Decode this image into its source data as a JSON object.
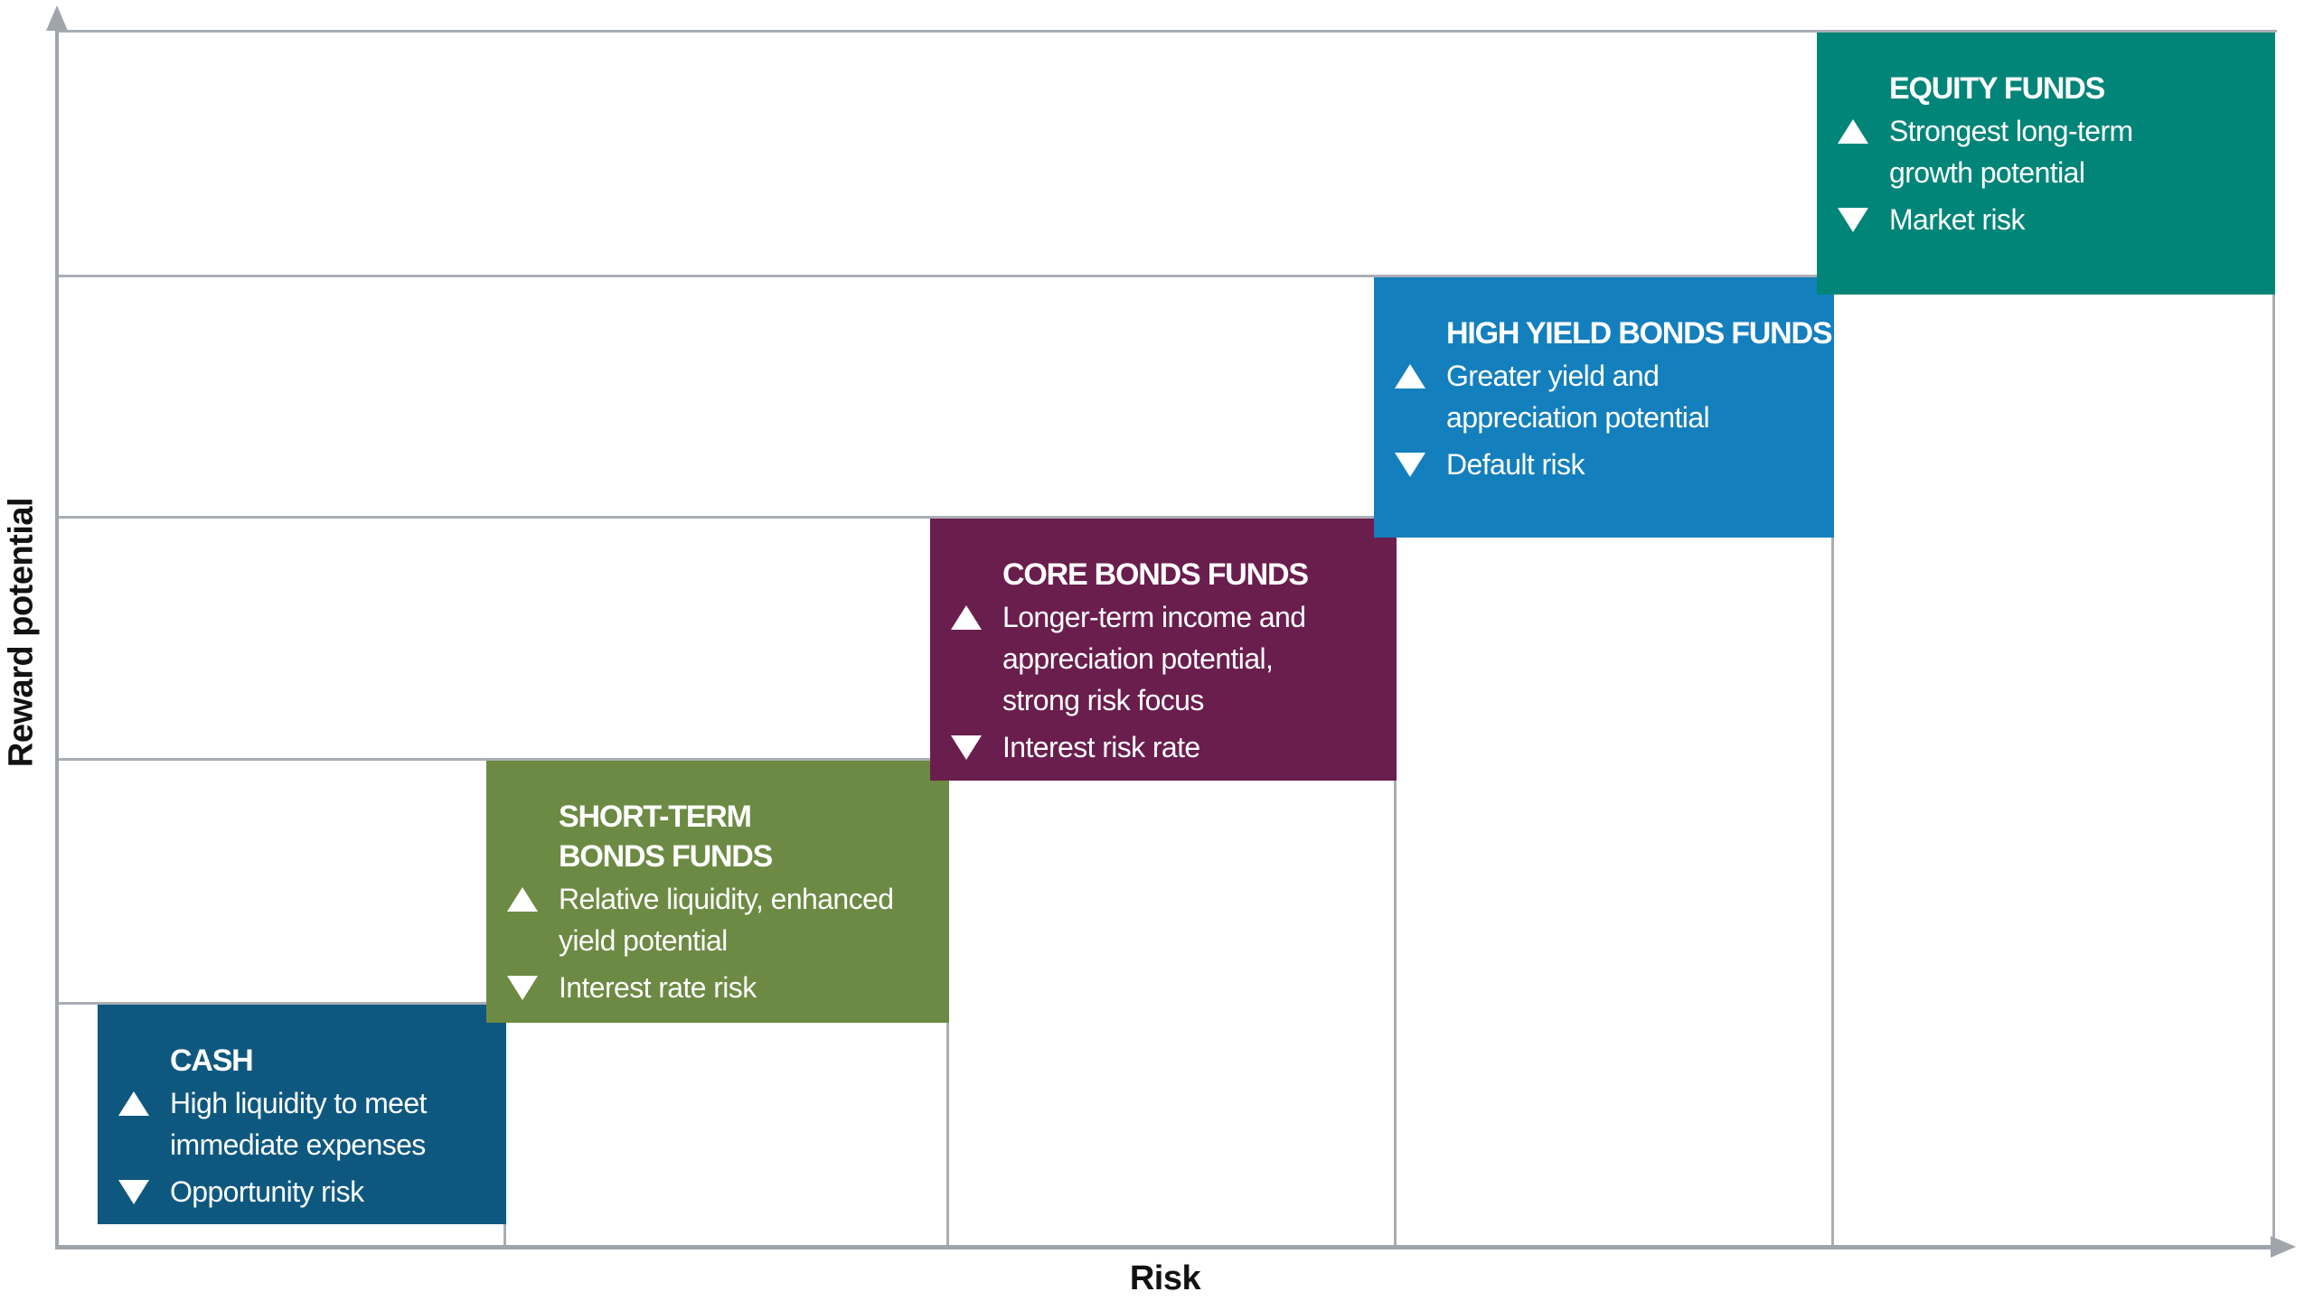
{
  "axes": {
    "y_label": "Reward potential",
    "x_label": "Risk"
  },
  "funds": [
    {
      "id": "cash",
      "title": "CASH",
      "benefit": "High liquidity to meet\nimmediate expenses",
      "risk": "Opportunity risk",
      "color": "#0e5880"
    },
    {
      "id": "short-term-bonds",
      "title": "SHORT-TERM\nBONDS FUNDS",
      "benefit": "Relative liquidity, enhanced\nyield potential",
      "risk": "Interest rate risk",
      "color": "#6c8a43"
    },
    {
      "id": "core-bonds",
      "title": "CORE BONDS FUNDS",
      "benefit": "Longer-term income and\nappreciation potential,\nstrong risk focus",
      "risk": "Interest risk rate",
      "color": "#6a1e4d"
    },
    {
      "id": "high-yield-bonds",
      "title": "HIGH YIELD BONDS FUNDS",
      "benefit": "Greater yield and\nappreciation potential",
      "risk": "Default risk",
      "color": "#147fbd"
    },
    {
      "id": "equity",
      "title": "EQUITY FUNDS",
      "benefit": "Strongest long-term\ngrowth potential",
      "risk": "Market risk",
      "color": "#008578"
    }
  ],
  "chart_data": {
    "type": "step",
    "xlabel": "Risk",
    "ylabel": "Reward potential",
    "categories": [
      "Cash",
      "Short-term bonds funds",
      "Core bonds funds",
      "High yield bonds funds",
      "Equity funds"
    ],
    "risk_rank": [
      1,
      2,
      3,
      4,
      5
    ],
    "reward_rank": [
      1,
      2,
      3,
      4,
      5
    ],
    "grid": "staircase",
    "legend": "none"
  }
}
